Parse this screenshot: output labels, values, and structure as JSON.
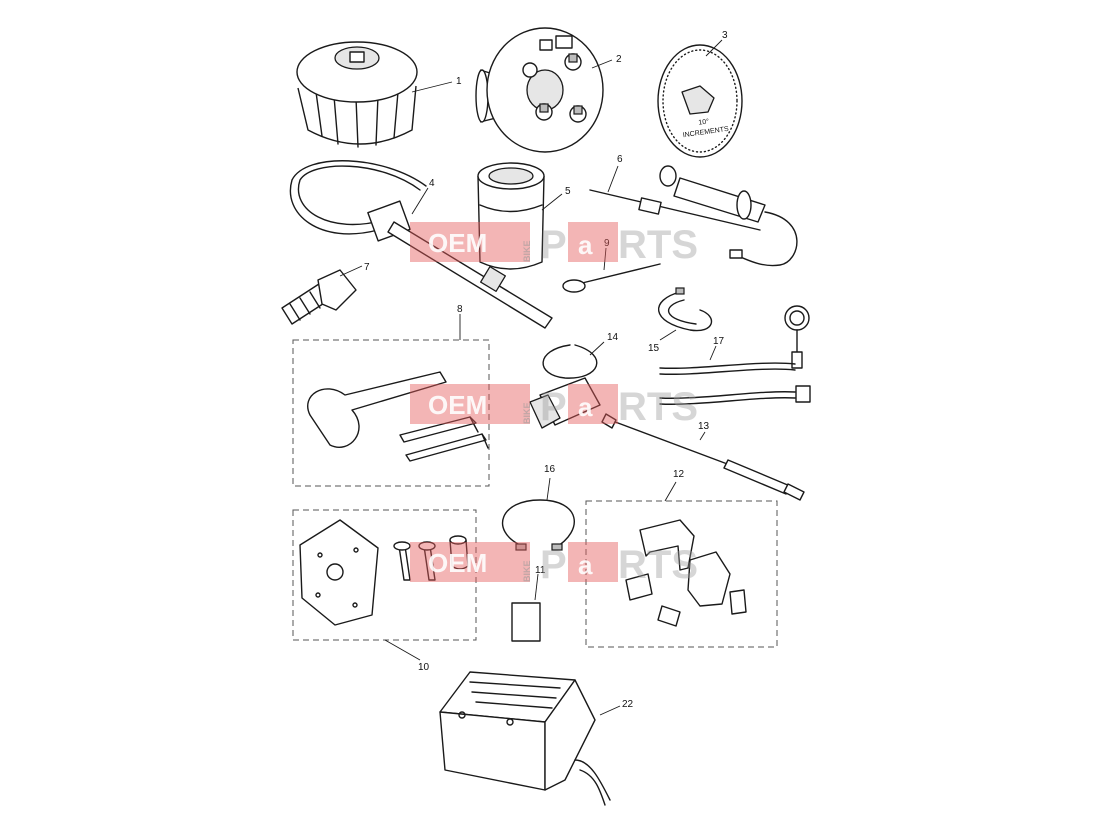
{
  "callouts": {
    "c1": "1",
    "c2": "2",
    "c3": "3",
    "c4": "4",
    "c5": "5",
    "c6": "6",
    "c7": "7",
    "c8": "8",
    "c9": "9",
    "c10": "10",
    "c11": "11",
    "c12": "12",
    "c13": "13",
    "c14": "14",
    "c15": "15",
    "c16": "16",
    "c17": "17",
    "c22": "22"
  },
  "degree_wheel": {
    "line1": "10°",
    "line2": "INCREMENTS"
  },
  "watermark": {
    "oem": "OEM",
    "bike": "BIKE",
    "p": "P",
    "a": "a",
    "rts": "RTS"
  },
  "colors": {
    "line": "#1a1a1a",
    "watermark_red": "#e45a5a",
    "watermark_grey": "#9a9a9a"
  }
}
